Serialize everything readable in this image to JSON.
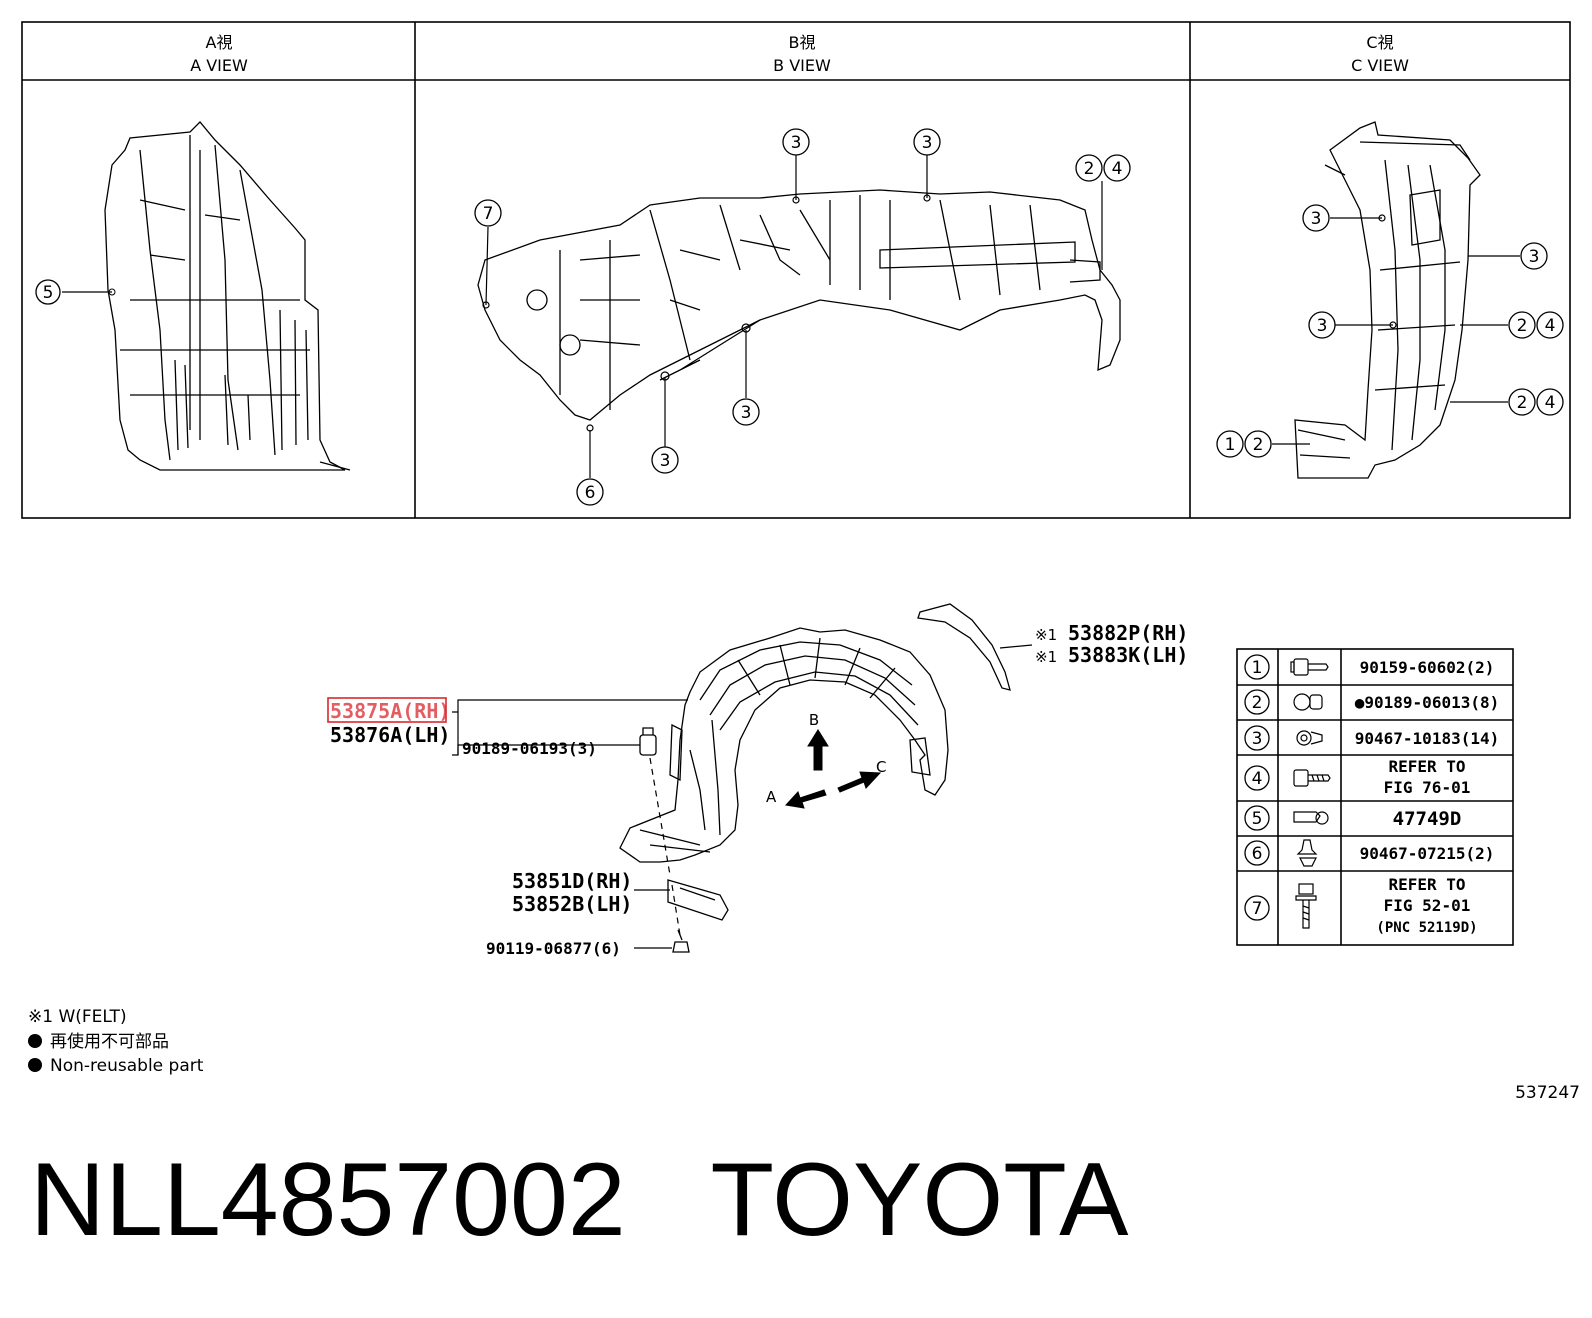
{
  "views": [
    {
      "jp": "A視",
      "en": "A VIEW"
    },
    {
      "jp": "B視",
      "en": "B VIEW"
    },
    {
      "jp": "C視",
      "en": "C VIEW"
    }
  ],
  "callouts": {
    "a5": "5",
    "b7": "7",
    "b3a": "3",
    "b3b": "3",
    "b2": "2",
    "b4": "4",
    "b3c": "3",
    "b3d": "3",
    "b6": "6",
    "c3a": "3",
    "c3b": "3",
    "c3c": "3",
    "c2a": "2",
    "c4a": "4",
    "c2b": "2",
    "c4b": "4",
    "c1": "1",
    "c2c": "2"
  },
  "part_labels": {
    "p1_rh": "53875A(RH)",
    "p1_lh": "53876A(LH)",
    "clip": "90189-06193(3)",
    "felt_rh": "53882P(RH)",
    "felt_lh": "53883K(LH)",
    "felt_mark": "※1",
    "shield_rh": "53851D(RH)",
    "shield_lh": "53852B(LH)",
    "bolt": "90119-06877(6)",
    "arrow_a": "A",
    "arrow_b": "B",
    "arrow_c": "C"
  },
  "legend": [
    {
      "num": "1",
      "text1": "90159-60602(2)",
      "text2": "",
      "text3": "",
      "icon": "flange-bolt-icon"
    },
    {
      "num": "2",
      "text1": "●90189-06013(8)",
      "text2": "",
      "text3": "",
      "icon": "nut-clip-icon"
    },
    {
      "num": "3",
      "text1": "90467-10183(14)",
      "text2": "",
      "text3": "",
      "icon": "push-clip-icon"
    },
    {
      "num": "4",
      "text1": "REFER TO",
      "text2": "FIG 76-01",
      "text3": "",
      "icon": "screw-icon"
    },
    {
      "num": "5",
      "text1": "47749D",
      "text2": "",
      "text3": "",
      "icon": "screw-grommet-icon"
    },
    {
      "num": "6",
      "text1": "90467-07215(2)",
      "text2": "",
      "text3": "",
      "icon": "rivet-clip-icon"
    },
    {
      "num": "7",
      "text1": "REFER TO",
      "text2": "FIG 52-01",
      "text3": "(PNC 52119D)",
      "icon": "bolt-washer-icon"
    }
  ],
  "notes": {
    "felt": "※1 W(FELT)",
    "nonreuse_jp": "再使用不可部品",
    "nonreuse_en": "Non-reusable part"
  },
  "figure_number": "537247",
  "title": "NLL4857002   TOYOTA",
  "colors": {
    "highlight": "#d9282f",
    "line": "#000000"
  }
}
